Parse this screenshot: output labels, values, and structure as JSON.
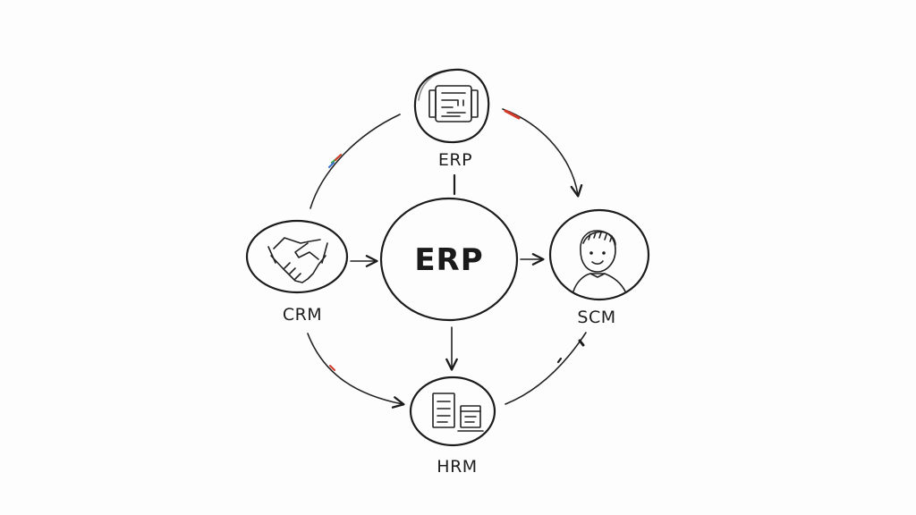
{
  "diagram": {
    "center": {
      "label": "ERP"
    },
    "nodes": {
      "top": {
        "label": "ERP",
        "icon": "document-icon"
      },
      "left": {
        "label": "CRM",
        "icon": "handshake-icon"
      },
      "right": {
        "label": "SCM",
        "icon": "person-icon"
      },
      "bottom": {
        "label": "HRM",
        "icon": "files-icon"
      }
    },
    "colors": {
      "ink": "#1c1c1c",
      "accent_red": "#d23a2a",
      "accent_green": "#3aa84a",
      "accent_blue": "#3a6fd2"
    }
  }
}
